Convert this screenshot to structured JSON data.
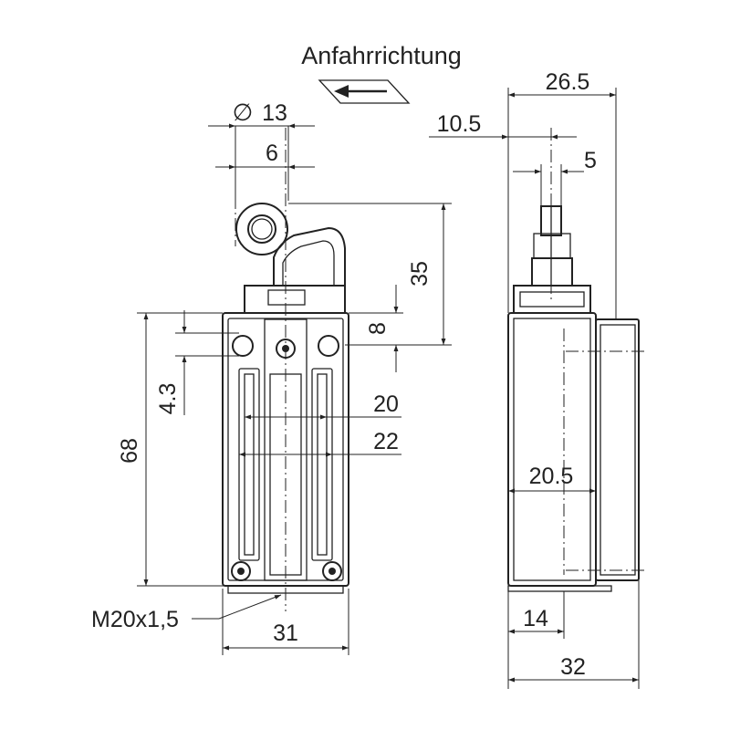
{
  "direction_label": "Anfahrrichtung",
  "dimensions": {
    "roller_diameter": "13",
    "roller_offset": "6",
    "actuator_height": "35",
    "head_height": "8",
    "hole_offset": "4.3",
    "body_height": "68",
    "inner_width_a": "20",
    "inner_width_b": "22",
    "body_width": "31",
    "side_total_depth": "26.5",
    "side_offset": "10.5",
    "shaft_width": "5",
    "side_body_depth": "20.5",
    "conduit_offset": "14",
    "side_total_width": "32"
  },
  "thread_label": "M20x1,5",
  "diameter_symbol": "∅",
  "colors": {
    "line": "#222222",
    "background": "#ffffff"
  }
}
